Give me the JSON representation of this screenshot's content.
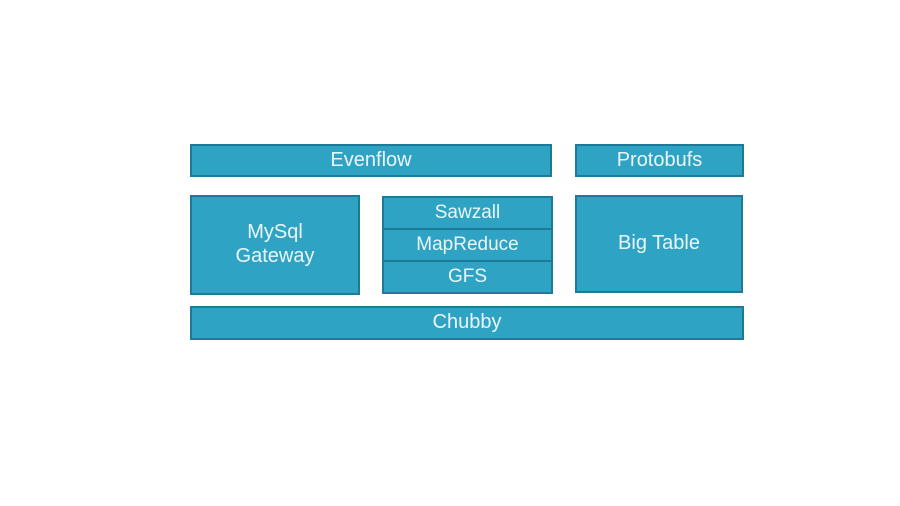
{
  "diagram": {
    "description": "Google infrastructure stack diagram of teal boxes on a white background",
    "colors": {
      "background": "#ffffff",
      "box_fill": "#2fa3c4",
      "box_border": "#1d7a99",
      "box_text": "#eaf6fb"
    },
    "boxes": {
      "evenflow": {
        "label": "Evenflow"
      },
      "protobufs": {
        "label": "Protobufs"
      },
      "mysql_gateway": {
        "label": "MySql Gateway"
      },
      "big_table": {
        "label": "Big Table"
      },
      "chubby": {
        "label": "Chubby"
      }
    },
    "stack": {
      "cells": [
        {
          "label": "Sawzall"
        },
        {
          "label": "MapReduce"
        },
        {
          "label": "GFS"
        }
      ]
    }
  }
}
